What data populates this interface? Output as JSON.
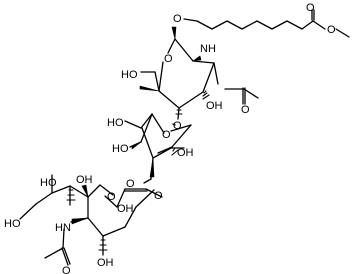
{
  "structure": {
    "atoms": {
      "ester_carbonyl_o": "O",
      "ester_o": "O",
      "glycoside_o": "O",
      "glcnac_ring_o": "O",
      "nh_glcnac": "NH",
      "acetyl_o_glcnac": "O",
      "glcnac_c6_oh": "HO",
      "glcnac_c3_oh": "OH",
      "link_o_gal_glcnac": "O",
      "gal_c6_oh": "HO",
      "gal_ring_o": "O",
      "gal_c4_oh": "HO",
      "gal_c2_oh": "OH",
      "link_o_sia_gal": "O",
      "sia_ring_o": "O",
      "sia_c1_oh": "OH",
      "sia_carboxyl_o": "O",
      "sia_c7_oh": "OH",
      "sia_c9_oh": "HO",
      "sia_c8_oh": "HO",
      "nh_sia": "HN",
      "sia_c4_oh": "OH",
      "acetyl_o_sia": "O"
    }
  }
}
